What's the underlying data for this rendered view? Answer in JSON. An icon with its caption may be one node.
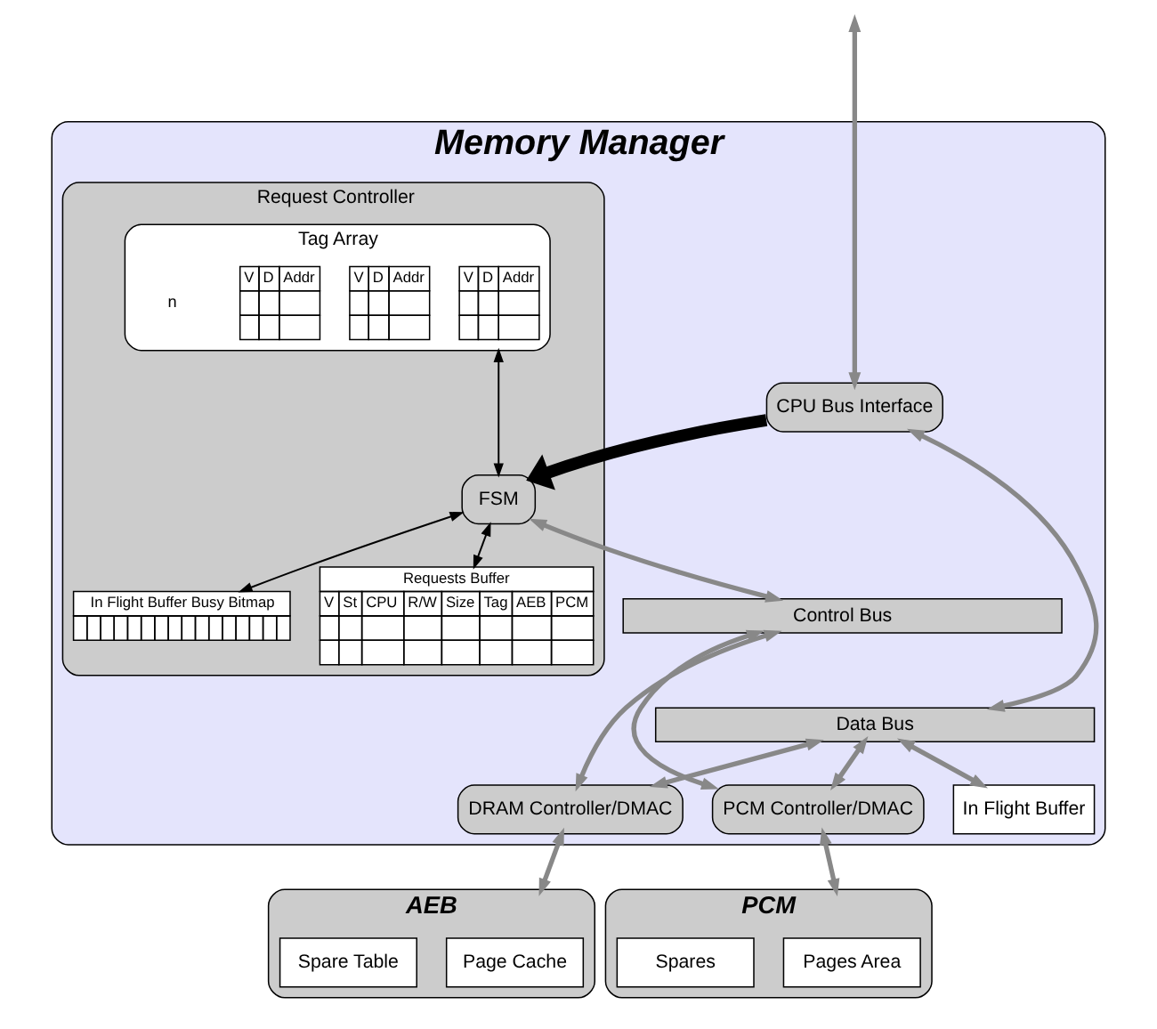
{
  "diagram": {
    "nodes": [
      {
        "text": [
          "Memory Manager"
        ]
      },
      {
        "text": [
          "CPU Bus Interface"
        ],
        "in": 0
      },
      {
        "text": [
          "Request Controller"
        ],
        "in": 0
      },
      {
        "text": [
          "Tag Array"
        ],
        "in": 2
      },
      {
        "text": [
          "V",
          "D",
          "Addr"
        ],
        "in": 3
      },
      {
        "text": [
          "V",
          "D",
          "Addr"
        ],
        "in": 3
      },
      {
        "text": [
          "V",
          "D",
          "Addr"
        ],
        "in": 3
      },
      {
        "text": [
          "FSM"
        ],
        "in": 2
      },
      {
        "text": [
          "In Flight Buffer Busy Bitmap"
        ],
        "in": 2
      },
      {
        "text": [
          "Requests Buffer",
          "V",
          "St",
          "CPU",
          "R/W",
          "Size",
          "Tag",
          "AEB",
          "PCM"
        ],
        "in": 2
      },
      {
        "text": [
          "Control Bus"
        ],
        "in": 0
      },
      {
        "text": [
          "Data Bus"
        ],
        "in": 0
      },
      {
        "text": [
          "DRAM Controller/DMAC"
        ],
        "in": 0
      },
      {
        "text": [
          "In Flight Buffer"
        ],
        "in": 0
      },
      {
        "text": [
          "PCM Controller/DMAC"
        ],
        "in": 0
      },
      {
        "text": [
          "AEB"
        ]
      },
      {
        "text": [
          "Page Cache"
        ],
        "in": 15
      },
      {
        "text": [
          "Spare Table"
        ],
        "in": 15
      },
      {
        "text": [
          "PCM"
        ]
      },
      {
        "text": [
          "Pages Area"
        ],
        "in": 18
      },
      {
        "text": [
          "Spares"
        ],
        "in": 18
      }
    ],
    "edges": [
      {
        "from": null,
        "to": 1,
        "arrow": "both"
      },
      {
        "from": 3,
        "to": 7,
        "arrow": "both",
        "color": "#000000"
      },
      {
        "from": 7,
        "to": 8,
        "arrow": "both",
        "color": "#000000"
      },
      {
        "from": 7,
        "to": 9,
        "arrow": "both",
        "color": "#000000"
      },
      {
        "from": 1,
        "to": 7,
        "arrow": "to",
        "style": "thick",
        "color": "#000000"
      },
      {
        "from": 7,
        "to": 10,
        "arrow": "both"
      },
      {
        "from": 1,
        "to": 11,
        "arrow": "both"
      },
      {
        "from": 10,
        "to": 12,
        "arrow": "both"
      },
      {
        "from": 11,
        "to": 12,
        "arrow": "both"
      },
      {
        "from": 11,
        "to": 13,
        "arrow": "both"
      },
      {
        "from": 10,
        "to": 14,
        "arrow": "both"
      },
      {
        "from": 11,
        "to": 14,
        "arrow": "both"
      },
      {
        "from": 12,
        "to": 15,
        "arrow": "both"
      },
      {
        "from": 14,
        "to": 18,
        "arrow": "both"
      }
    ],
    "labels": [
      "n"
    ]
  }
}
